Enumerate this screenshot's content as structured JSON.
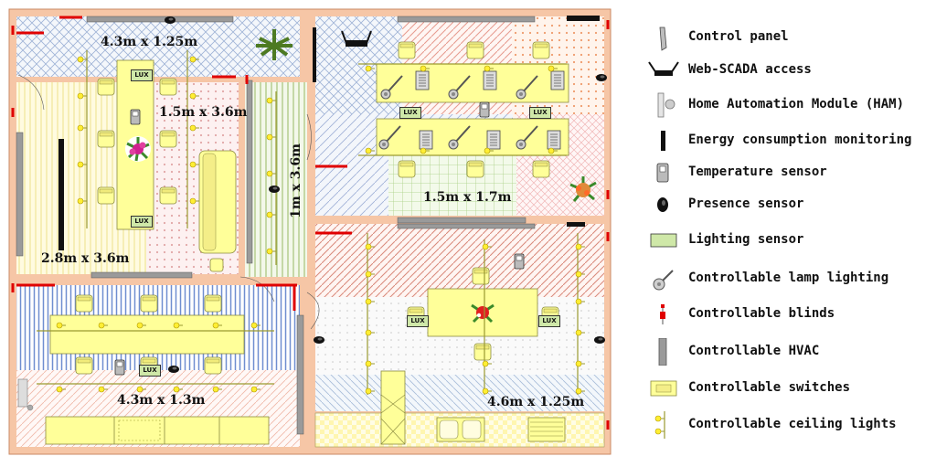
{
  "rooms": [
    {
      "label": "4.3m x 1.25m"
    },
    {
      "label": "1.5m x 3.6m"
    },
    {
      "label": "2.8m x 3.6m"
    },
    {
      "label": "1m x 3.6m"
    },
    {
      "label": "1.5m x 1.7m"
    },
    {
      "label": "4.3m x 1.3m"
    },
    {
      "label": "4.6m x 1.25m"
    }
  ],
  "sensor_text": "LUX",
  "legend": [
    {
      "label": "Control panel",
      "icon": "control-panel-icon"
    },
    {
      "label": "Web-SCADA access",
      "icon": "web-scada-icon"
    },
    {
      "label": "Home Automation Module (HAM)",
      "icon": "ham-icon"
    },
    {
      "label": "Energy consumption monitoring",
      "icon": "energy-monitor-icon"
    },
    {
      "label": "Temperature sensor",
      "icon": "temperature-sensor-icon"
    },
    {
      "label": "Presence sensor",
      "icon": "presence-sensor-icon"
    },
    {
      "label": "Lighting sensor",
      "icon": "lighting-sensor-icon"
    },
    {
      "label": "Controllable lamp lighting",
      "icon": "lamp-icon"
    },
    {
      "label": "Controllable blinds",
      "icon": "blinds-icon"
    },
    {
      "label": "Controllable HVAC",
      "icon": "hvac-icon"
    },
    {
      "label": "Controllable switches",
      "icon": "switch-icon"
    },
    {
      "label": "Controllable ceiling lights",
      "icon": "ceiling-light-icon"
    }
  ],
  "colors": {
    "wall": "#f6c6a6",
    "furniture": "#ffff99",
    "blind": "#e00000",
    "hvac": "#9a9a9a"
  }
}
